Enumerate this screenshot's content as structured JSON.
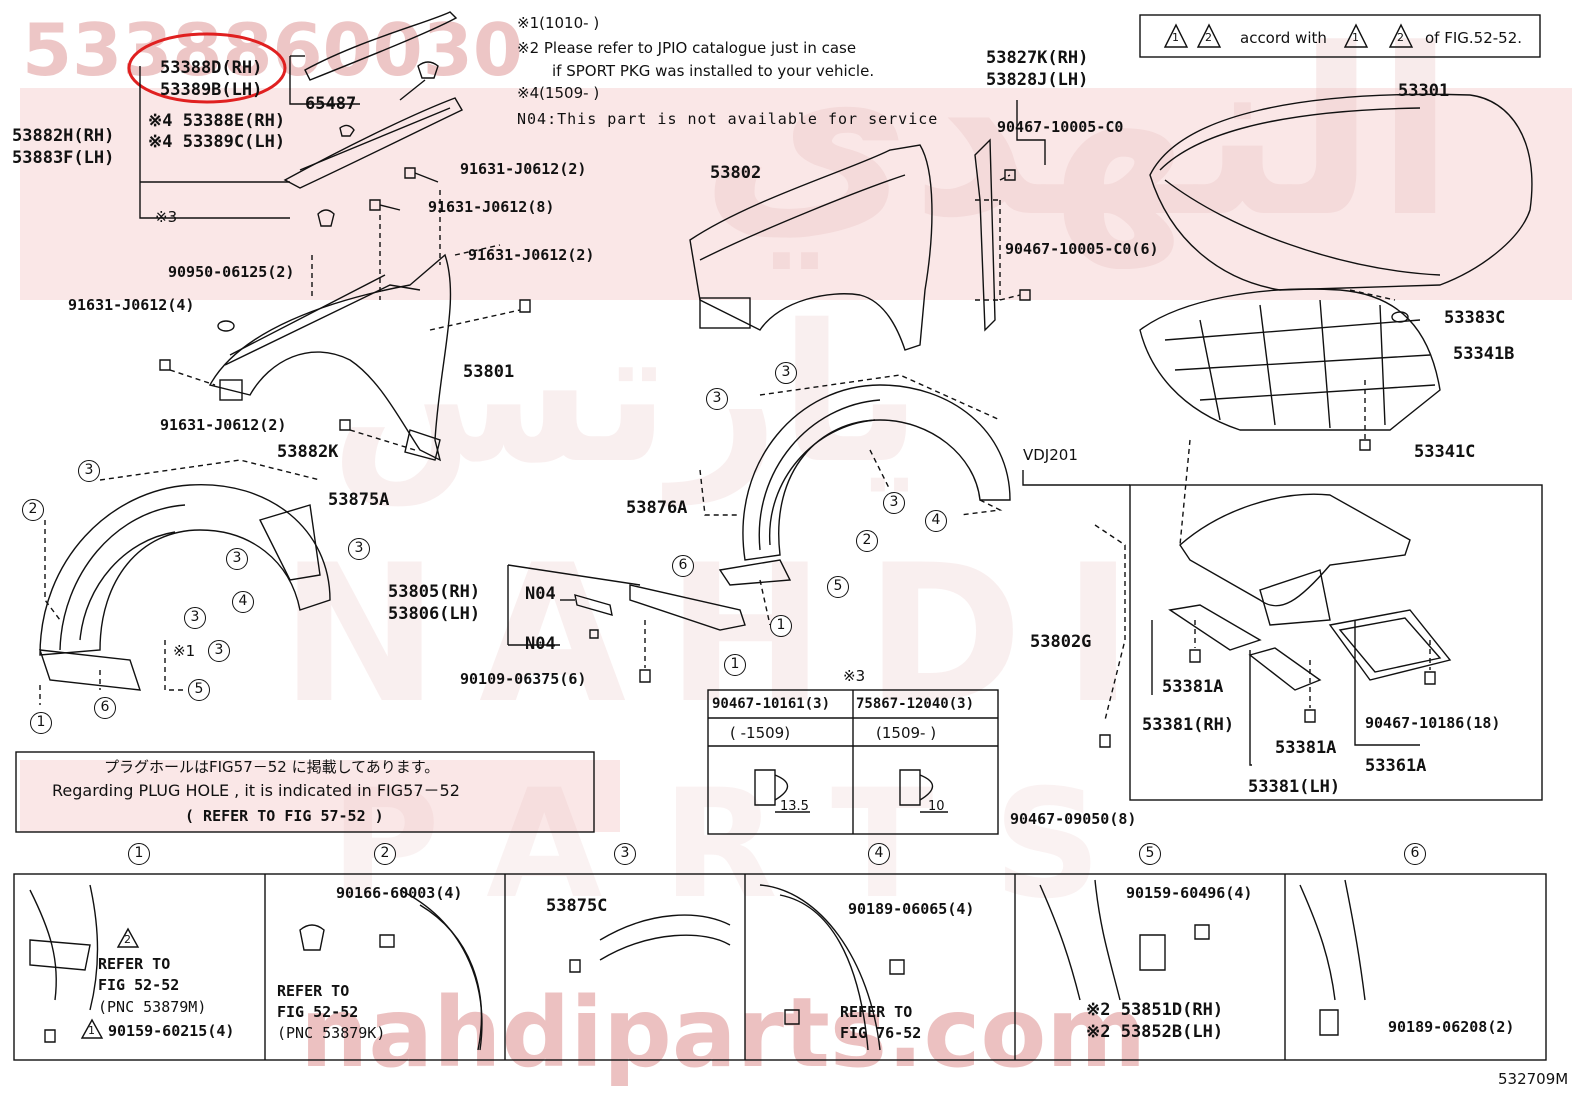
{
  "watermark": {
    "part_no": "5338860030",
    "arabic_top": "النهدي",
    "arabic_mid": "يارتس",
    "latin_mid": "NAHDI",
    "latin_low": "PARTS",
    "site": "nahdiparts.com"
  },
  "notes": {
    "n1": "※1(1010-     )",
    "n2a": "※2 Please refer to JPIO catalogue just in case",
    "n2b": "if SPORT PKG was installed to your vehicle.",
    "n4": "※4(1509-     )",
    "n04": "N04:This part is not available for service"
  },
  "accord": {
    "sym1": "1",
    "sym2": "2",
    "text": "accord with",
    "text2": "of FIG.52-52."
  },
  "labels": {
    "l53388d": "53388D(RH)",
    "l53389b": "53389B(LH)",
    "l65487": "65487",
    "l53388e": "※4 53388E(RH)",
    "l53389c": "※4 53389C(LH)",
    "l53882h": "53882H(RH)",
    "l53883f": "53883F(LH)",
    "lx3": "※3",
    "l91631a": "91631-J0612(2)",
    "l91631b": "91631-J0612(8)",
    "l91631c": "91631-J0612(2)",
    "l90950": "90950-06125(2)",
    "l91631d": "91631-J0612(4)",
    "l53801": "53801",
    "l91631e": "91631-J0612(2)",
    "l53882k": "53882K",
    "l53875a": "53875A",
    "l53802": "53802",
    "l53827k": "53827K(RH)",
    "l53828j": "53828J(LH)",
    "l90467a": "90467-10005-C0",
    "l90467b": "90467-10005-C0(6)",
    "l53301": "53301",
    "l53383c": "53383C",
    "l53341b": "53341B",
    "l53341c": "53341C",
    "lvdj": "VDJ201",
    "l53876a": "53876A",
    "l53805": "53805(RH)",
    "l53806": "53806(LH)",
    "ln04a": "N04",
    "ln04b": "N04",
    "l90109": "90109-06375(6)",
    "lx3b": "※3",
    "l53802g": "53802G",
    "l53381a1": "53381A",
    "l53381rh": "53381(RH)",
    "l53381a2": "53381A",
    "l53381lh": "53381(LH)",
    "l90467c": "90467-10186(18)",
    "l53361a": "53361A",
    "l90467d": "90467-09050(8)",
    "lx1": "※1",
    "code": "532709M"
  },
  "clip_table": {
    "col1": "90467-10161(3)",
    "col2": "75867-12040(3)",
    "r1": "(     -1509)",
    "r2": "(1509-     )",
    "dim1": "13.5",
    "dim2": "10"
  },
  "plug": {
    "jp": "プラグホールはFIG57－52 に掲載してあります。",
    "en": "Regarding  PLUG HOLE , it is indicated  in FIG57－52",
    "ref": "(     REFER TO FIG 57-52  )"
  },
  "details": {
    "d1": "1",
    "d2": "2",
    "d3": "3",
    "d4": "4",
    "d5": "5",
    "d6": "6",
    "p1_ref1": "REFER TO",
    "p1_ref2": "FIG 52-52",
    "p1_pnc": "(PNC 53879M)",
    "p1_bolt": "90159-60215(4)",
    "p2_bolt": "90166-60003(4)",
    "p2_ref1": "REFER TO",
    "p2_ref2": "FIG 52-52",
    "p2_pnc": "(PNC 53879K)",
    "p3_part": "53875C",
    "p4_bolt": "90189-06065(4)",
    "p4_ref1": "REFER TO",
    "p4_ref2": "FIG 76-52",
    "p5_bolt": "90159-60496(4)",
    "p5_rh": "※2 53851D(RH)",
    "p5_lh": "※2 53852B(LH)",
    "p6_bolt": "90189-06208(2)"
  },
  "colors": {
    "highlight": "#e02020",
    "watermark": "#e8b9b9",
    "ink": "#111111"
  }
}
